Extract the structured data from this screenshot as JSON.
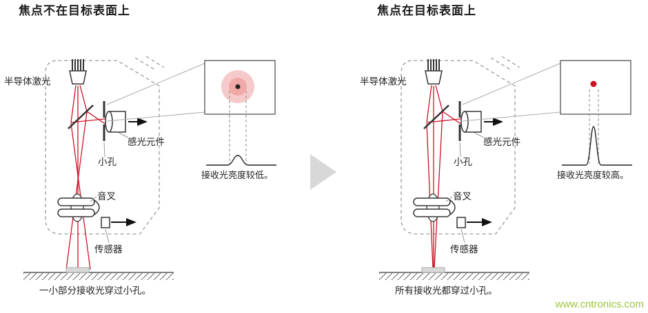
{
  "panels": {
    "left": {
      "title": "焦点不在目标表面上",
      "labels": {
        "laser": "半导体激光",
        "photocell": "感光元件",
        "pinhole": "小孔",
        "tuning_fork": "音叉",
        "sensor": "传感器"
      },
      "inset_note": "接收光亮度较低。",
      "caption": "一小部分接收光穿过小孔。"
    },
    "right": {
      "title": "焦点在目标表面上",
      "labels": {
        "laser": "半导体激光",
        "photocell": "感光元件",
        "pinhole": "小孔",
        "tuning_fork": "音叉",
        "sensor": "传感器"
      },
      "inset_note": "接收光亮度较高。",
      "caption": "所有接收光都穿过小孔。"
    }
  },
  "watermark": "www.cntronics.com",
  "colors": {
    "laser_red": "#cc1126",
    "spot_outer_pink": "#f6caca",
    "spot_inner_pink": "#f0a9a6",
    "spot_center_dark": "#222222",
    "focused_dot_red": "#cc1122",
    "watermark_green": "#9dc53a",
    "dashed_outline": "#999999",
    "arrow_divider": "#d8d8d8"
  }
}
